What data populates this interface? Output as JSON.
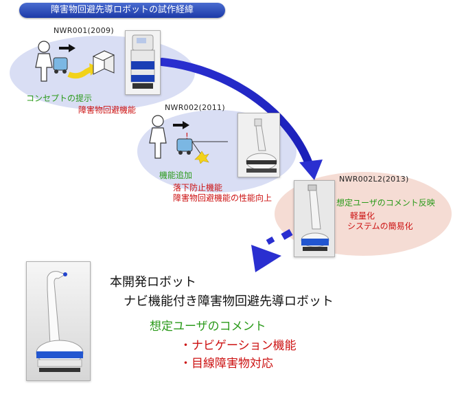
{
  "header": {
    "title": "障害物回避先導ロボットの試作経緯"
  },
  "stage1": {
    "model": "NWR001(2009)",
    "concept": "コンセプトの提示",
    "feature": "障害物回避機能"
  },
  "stage2": {
    "model": "NWR002(2011)",
    "added": "機能追加",
    "features": [
      "落下防止機能",
      "障害物回避機能の性能向上"
    ]
  },
  "stage3": {
    "model": "NWR002L2(2013)",
    "reflect": "想定ユーザのコメント反映",
    "features": [
      "軽量化",
      "システムの簡易化"
    ]
  },
  "final": {
    "heading": "本開発ロボット",
    "name": "ナビ機能付き障害物回避先導ロボット",
    "comment_heading": "想定ユーザのコメント",
    "bullets": [
      "・ナビゲーション機能",
      "・目線障害物対応"
    ]
  },
  "colors": {
    "accent_blue": "#2233cc",
    "green": "#2a9a1a",
    "red": "#cc1111"
  }
}
